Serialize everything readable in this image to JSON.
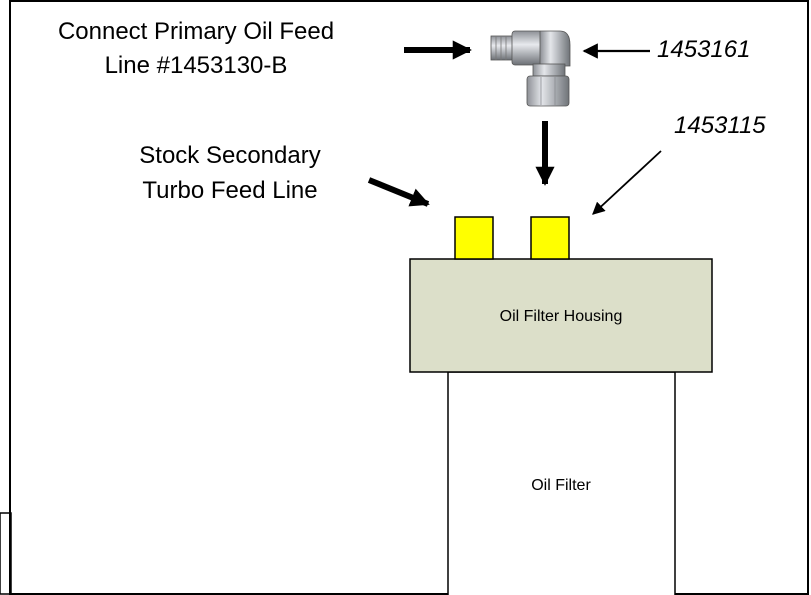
{
  "labels": {
    "primary_feed_line1": "Connect Primary Oil Feed",
    "primary_feed_line2": "Line #1453130-B",
    "fitting_part": "1453161",
    "adapter_part": "1453115",
    "secondary_line1": "Stock Secondary",
    "secondary_line2": "Turbo Feed Line",
    "housing": "Oil Filter Housing",
    "filter": "Oil Filter"
  },
  "colors": {
    "housing_fill": "#dcdfc9",
    "port_fill": "#ffff00",
    "filter_fill": "#ffffff",
    "outline": "#000000",
    "border": "#000000"
  },
  "icons": {
    "fitting": "elbow-fitting-icon"
  }
}
